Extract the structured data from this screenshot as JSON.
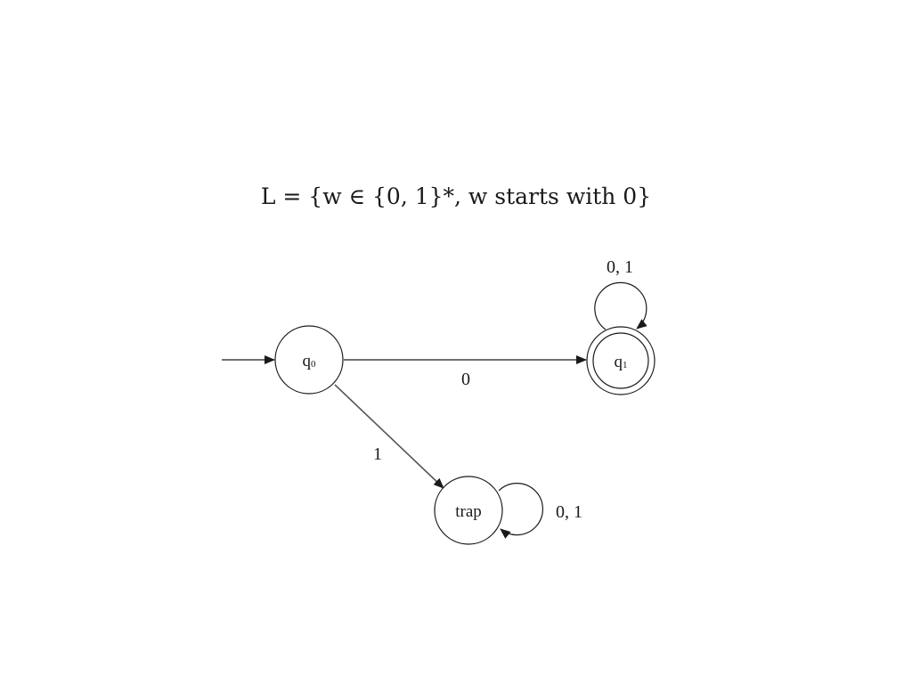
{
  "title": "L = {w ∈ {0, 1}*, w starts with 0}",
  "states": {
    "q0": {
      "name": "q",
      "subscript": "0",
      "start": true,
      "accepting": false
    },
    "q1": {
      "name": "q",
      "subscript": "1",
      "start": false,
      "accepting": true
    },
    "trap": {
      "name": "trap",
      "start": false,
      "accepting": false
    }
  },
  "transitions": {
    "q0_to_q1": {
      "from": "q0",
      "to": "q1",
      "label": "0"
    },
    "q0_to_trap": {
      "from": "q0",
      "to": "trap",
      "label": "1"
    },
    "q1_loop": {
      "from": "q1",
      "to": "q1",
      "label": "0, 1"
    },
    "trap_loop": {
      "from": "trap",
      "to": "trap",
      "label": "0, 1"
    }
  },
  "colors": {
    "stroke": "#1a1a1a",
    "stroke_light": "#555555",
    "text": "#1a1a1a"
  }
}
